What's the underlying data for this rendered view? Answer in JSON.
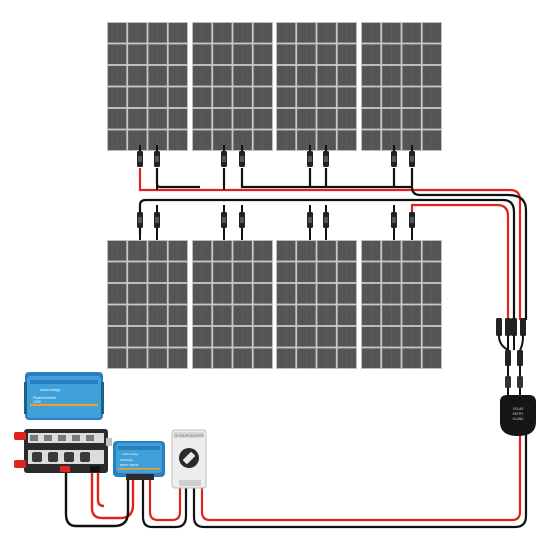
{
  "inverter": {
    "brand": "victron energy",
    "model": "Phoenix Inverter",
    "rating": "1200"
  },
  "charge_controller": {
    "brand": "victron energy",
    "model": "SmartSolar",
    "submodel": "MPPT 100/30"
  },
  "dc_isolator": {
    "label": "DC SOLAR ISOLATOR"
  },
  "junction_box": {
    "label_line1": "SOLAR",
    "label_line2": "ENTRY",
    "label_line3": "GLAND"
  },
  "colors": {
    "panel_cell": "#555555",
    "panel_grid": "#c2c2c2",
    "wire_positive": "#e0231f",
    "wire_negative": "#111111",
    "victron_blue": "#3fa0da",
    "orange_accent": "#f5a11a"
  },
  "panels": {
    "rows": 2,
    "columns": 4
  }
}
